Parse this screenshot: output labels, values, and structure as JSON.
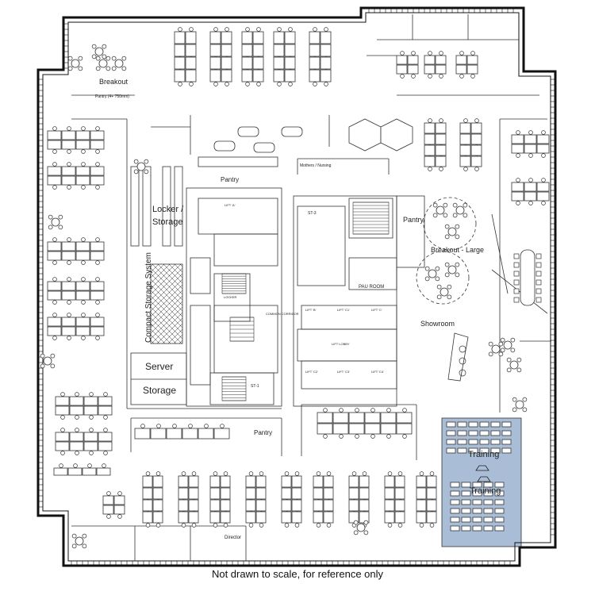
{
  "rooms": {
    "breakout": "Breakout",
    "pantry_top_left": "Pantry (4+ 750mm)",
    "pantry_center": "Pantry",
    "pantry_right": "Pantry",
    "pantry_bottom": "Pantry",
    "locker": "Locker /",
    "storage_top": "Storage",
    "compact_storage": "Compact Storage System",
    "server": "Server",
    "storage_bottom": "Storage",
    "mothers_nursing": "Mothers / Nursing",
    "breakout_large": "Breakout - Large",
    "pau_room": "PAU ROOM",
    "showroom": "Showroom",
    "training_1": "Training",
    "training_2": "Training",
    "director": "Director",
    "locker_small": "LOCKER",
    "common_corridor": "COMMON CORRIDOR",
    "lift_lobby": "LIFT LOBBY",
    "lift_a": "LIFT 'A'",
    "lift_b": "LIFT 'B'",
    "lift_c": "LIFT 'C'",
    "lift_c1": "LIFT 'C1'",
    "lift_c2": "LIFT 'C2'",
    "lift_c3": "LIFT 'C3'",
    "lift_c4": "LIFT 'C4'",
    "st3": "ST-3",
    "st1": "ST-1"
  },
  "colors": {
    "training_highlight": "#a9bdd6",
    "wall": "#111111"
  },
  "footnote": "Not drawn to scale, for reference only"
}
